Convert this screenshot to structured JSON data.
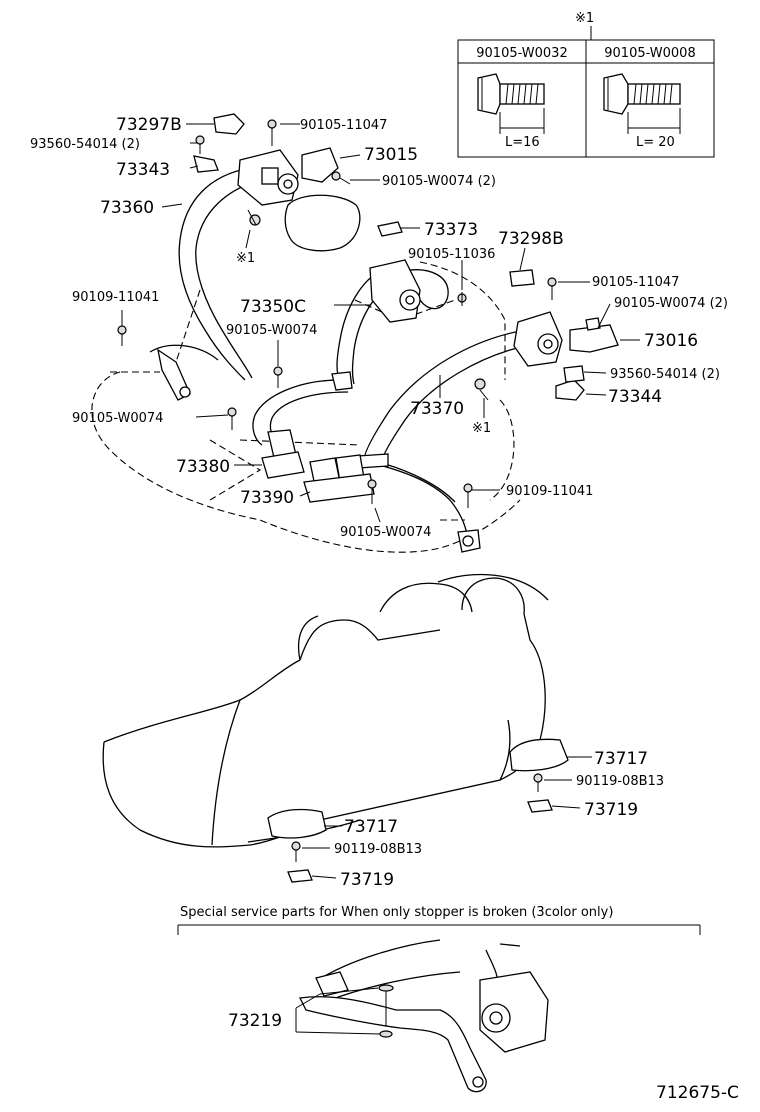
{
  "diagram": {
    "figure_id": "712675-C",
    "bolt_table": {
      "mark": "※1",
      "columns": [
        {
          "part": "90105-W0032",
          "length_label": "L=16"
        },
        {
          "part": "90105-W0008",
          "length_label": "L= 20"
        }
      ]
    },
    "labels": {
      "p73297B": "73297B",
      "p93560_54014_a": "93560-54014 (2)",
      "p90105_11047_a": "90105-11047",
      "p73343": "73343",
      "p73015": "73015",
      "p90105_W0074_2a": "90105-W0074 (2)",
      "p73360": "73360",
      "mark1_a": "※1",
      "p73373": "73373",
      "p73298B": "73298B",
      "p90105_11036": "90105-11036",
      "p90105_11047_b": "90105-11047",
      "p90109_11041_a": "90109-11041",
      "p73350C": "73350C",
      "p90105_W0074_2b": "90105-W0074 (2)",
      "p90105_W0074_a": "90105-W0074",
      "p73016": "73016",
      "p93560_54014_b": "93560-54014 (2)",
      "p73370": "73370",
      "p73344": "73344",
      "p90105_W0074_b": "90105-W0074",
      "mark1_b": "※1",
      "p73380": "73380",
      "p73390": "73390",
      "p90109_11041_b": "90109-11041",
      "p90105_W0074_c": "90105-W0074",
      "p73717_a": "73717",
      "p90119_08B13_a": "90119-08B13",
      "p73719_a": "73719",
      "p73717_b": "73717",
      "p90119_08B13_b": "90119-08B13",
      "p73719_b": "73719",
      "p73219": "73219"
    },
    "note": "Special service parts for When only stopper is broken (3color only)"
  }
}
